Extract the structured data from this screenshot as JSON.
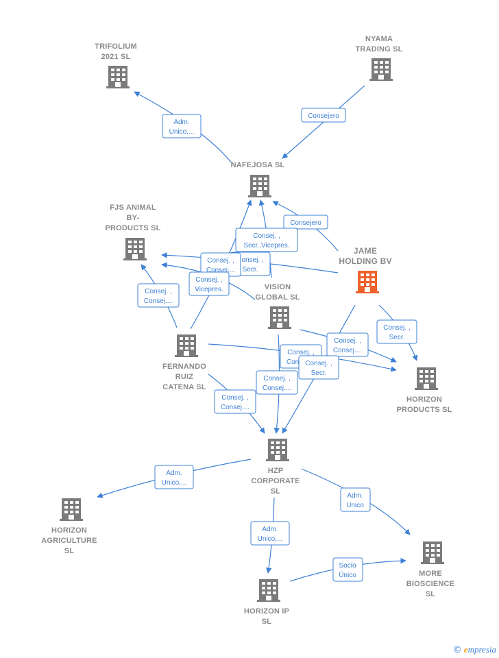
{
  "nodes": [
    {
      "id": "trifolium",
      "lines": [
        "TRIFOLIUM",
        "2021  SL"
      ],
      "focus": false
    },
    {
      "id": "nyama",
      "lines": [
        "NYAMA",
        "TRADING  SL"
      ],
      "focus": false
    },
    {
      "id": "nafejosa",
      "lines": [
        "NAFEJOSA  SL"
      ],
      "focus": false
    },
    {
      "id": "fjs",
      "lines": [
        "FJS ANIMAL",
        "BY-",
        "PRODUCTS  SL"
      ],
      "focus": false
    },
    {
      "id": "jame",
      "lines": [
        "JAME",
        "HOLDING BV"
      ],
      "focus": true
    },
    {
      "id": "vision",
      "lines": [
        "VISION",
        "GLOBAL SL"
      ],
      "focus": false
    },
    {
      "id": "fernando",
      "lines": [
        "FERNANDO",
        "RUIZ",
        "CATENA  SL"
      ],
      "focus": false
    },
    {
      "id": "horizon_products",
      "lines": [
        "HORIZON",
        "PRODUCTS  SL"
      ],
      "focus": false
    },
    {
      "id": "hzp",
      "lines": [
        "HZP",
        "CORPORATE",
        "SL"
      ],
      "focus": false
    },
    {
      "id": "horizon_agri",
      "lines": [
        "HORIZON",
        "AGRICULTURE",
        "SL"
      ],
      "focus": false
    },
    {
      "id": "more",
      "lines": [
        "MORE",
        "BIOSCIENCE",
        "SL"
      ],
      "focus": false
    },
    {
      "id": "horizon_ip",
      "lines": [
        "HORIZON IP",
        "SL"
      ],
      "focus": false
    }
  ],
  "relations": [
    {
      "id": "r1",
      "lines": [
        "Adm.",
        "Unico,..."
      ]
    },
    {
      "id": "r2",
      "lines": [
        "Consejero"
      ]
    },
    {
      "id": "r3",
      "lines": [
        "Consejero"
      ]
    },
    {
      "id": "r4",
      "lines": [
        "Consej. ,",
        "Secr.,Vicepres."
      ]
    },
    {
      "id": "r5",
      "lines": [
        "Consej. ,",
        "Secr."
      ]
    },
    {
      "id": "r6",
      "lines": [
        "Consej. ,",
        "Consej...."
      ]
    },
    {
      "id": "r7",
      "lines": [
        "Consej. ,",
        "Vicepres."
      ]
    },
    {
      "id": "r8",
      "lines": [
        "Consej. ,",
        "Consej...."
      ]
    },
    {
      "id": "r9",
      "lines": [
        "Consej. ,",
        "Secr."
      ]
    },
    {
      "id": "r10",
      "lines": [
        "Consej. ,",
        "Consej...."
      ]
    },
    {
      "id": "r11",
      "lines": [
        "Consej. ,",
        "Consej...."
      ]
    },
    {
      "id": "r12",
      "lines": [
        "Consej. ,",
        "Secr."
      ]
    },
    {
      "id": "r13",
      "lines": [
        "Consej. ,",
        "Consej...."
      ]
    },
    {
      "id": "r14",
      "lines": [
        "Consej. ,",
        "Consej...."
      ]
    },
    {
      "id": "r15",
      "lines": [
        "Adm.",
        "Unico,..."
      ]
    },
    {
      "id": "r16",
      "lines": [
        "Adm.",
        "Unico"
      ]
    },
    {
      "id": "r17",
      "lines": [
        "Adm.",
        "Unico,..."
      ]
    },
    {
      "id": "r18",
      "lines": [
        "Socio",
        "Único"
      ]
    }
  ],
  "colors": {
    "edge": "#3d80d6",
    "building": "#7b7b7b",
    "focus_building": "#f0612b",
    "label": "#8a8a8a"
  },
  "icons": {
    "node": "building-icon",
    "watermark": "copyright-icon"
  },
  "watermark": {
    "symbol": "©",
    "brand_first": "e",
    "brand_rest": "mpresia"
  }
}
